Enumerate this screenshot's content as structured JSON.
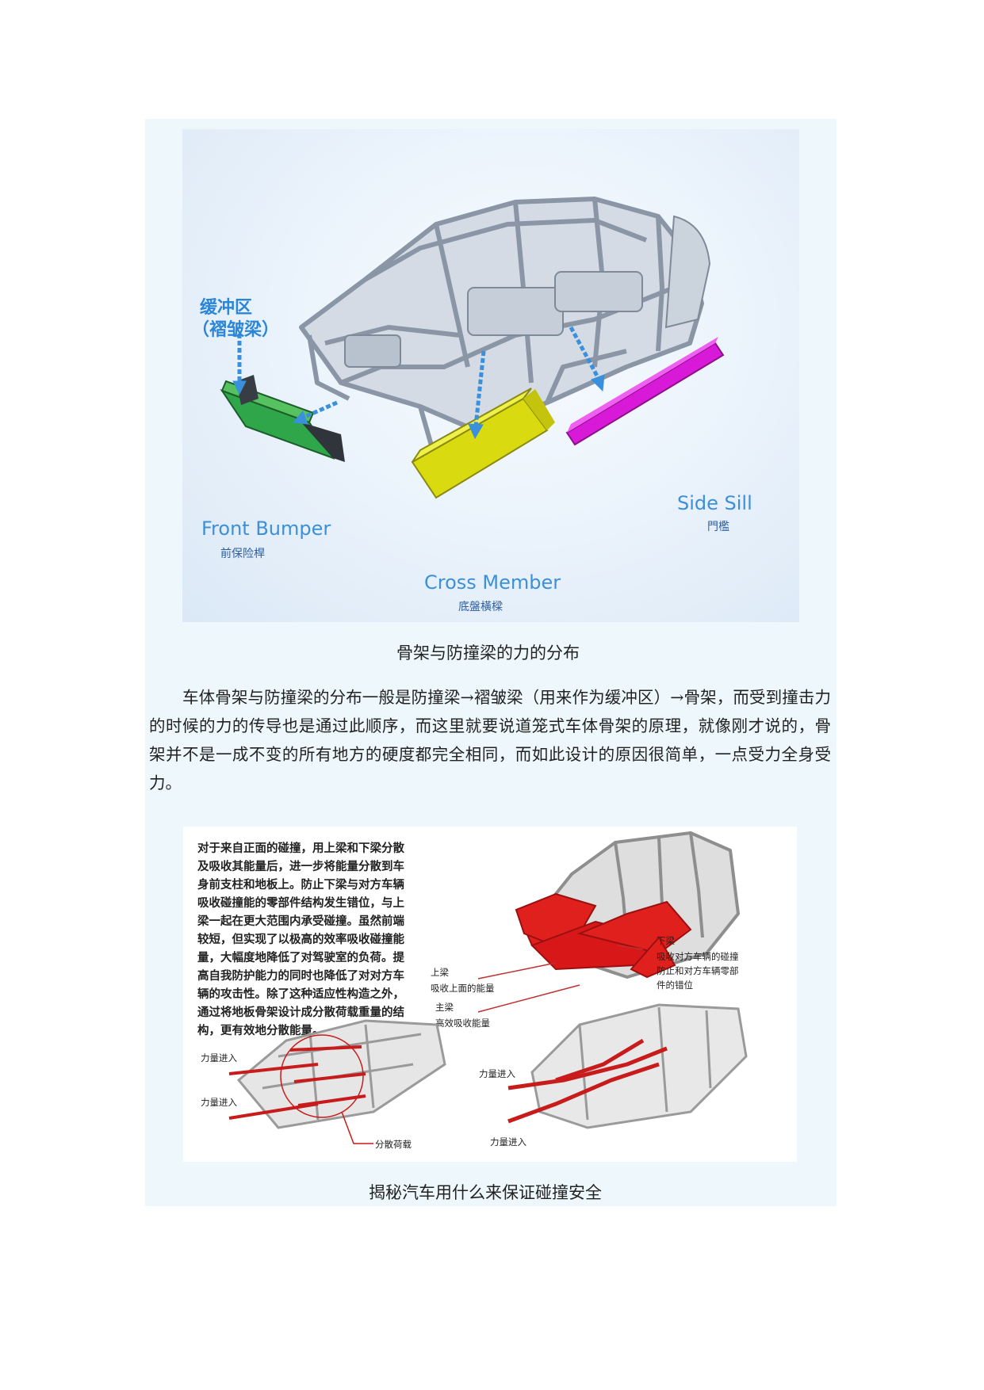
{
  "figure1": {
    "buffer_zone_label": "缓冲区",
    "buffer_zone_sub": "（褶皱梁）",
    "front_bumper_en": "Front Bumper",
    "front_bumper_cn": "前保险桿",
    "cross_member_en": "Cross Member",
    "cross_member_cn": "底盤橫樑",
    "side_sill_en": "Side Sill",
    "side_sill_cn": "門檻",
    "caption": "骨架与防撞梁的力的分布"
  },
  "paragraph": "车体骨架与防撞梁的分布一般是防撞梁→褶皱梁（用来作为缓冲区）→骨架，而受到撞击力的时候的力的传导也是通过此顺序，而这里就要说道笼式车体骨架的原理，就像刚才说的，骨架并不是一成不变的所有地方的硬度都完全相同，而如此设计的原因很简单，一点受力全身受力。",
  "figure2": {
    "body_lines": [
      "对于来自正面的碰撞，用上梁和下梁分散",
      "及吸收其能量后，进一步将能量分散到车",
      "身前支柱和地板上。防止下梁与对方车辆",
      "吸收碰撞能的零部件结构发生错位，与上",
      "梁一起在更大范围内承受碰撞。虽然前端",
      "较短，但实现了以极高的效率吸收碰撞能",
      "量，大幅度地降低了对驾驶室的负荷。提",
      "高自我防护能力的同时也降低了对对方车",
      "辆的攻击性。除了这种适应性构造之外，",
      "通过将地板骨架设计成分散荷载重量的结",
      "构，更有效地分散能量。"
    ],
    "upper_beam": "上梁",
    "upper_beam_desc": "吸收上面的能量",
    "main_beam": "主梁",
    "main_beam_desc": "高效吸收能量",
    "lower_beam": "下梁",
    "lower_beam_desc": [
      "吸收对方车辆的碰撞",
      "防止和对方车辆零部",
      "件的错位"
    ],
    "force_in": "力量进入",
    "distributed_load": "分散荷载",
    "caption": "揭秘汽车用什么来保证碰撞安全"
  }
}
